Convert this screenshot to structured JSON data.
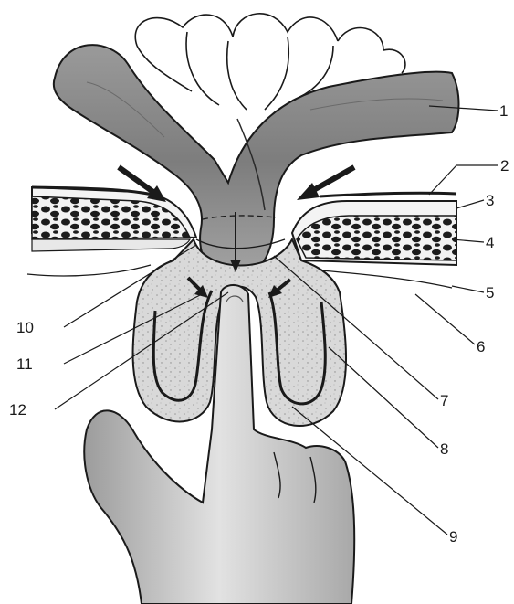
{
  "figure": {
    "labels": [
      {
        "id": "1",
        "text": "1"
      },
      {
        "id": "2",
        "text": "2"
      },
      {
        "id": "3",
        "text": "3"
      },
      {
        "id": "4",
        "text": "4"
      },
      {
        "id": "5",
        "text": "5"
      },
      {
        "id": "6",
        "text": "6"
      },
      {
        "id": "7",
        "text": "7"
      },
      {
        "id": "8",
        "text": "8"
      },
      {
        "id": "9",
        "text": "9"
      },
      {
        "id": "10",
        "text": "10"
      },
      {
        "id": "11",
        "text": "11"
      },
      {
        "id": "12",
        "text": "12"
      }
    ]
  },
  "colors": {
    "ink": "#1a1a1a",
    "bowel_fill": "#8c8c8c",
    "bowel_light": "#b8b8b8",
    "muscle_dark": "#2b2b2b",
    "sac_fill": "#dcdcdc",
    "finger_fill": "#c8c8c8",
    "background": "#ffffff"
  }
}
